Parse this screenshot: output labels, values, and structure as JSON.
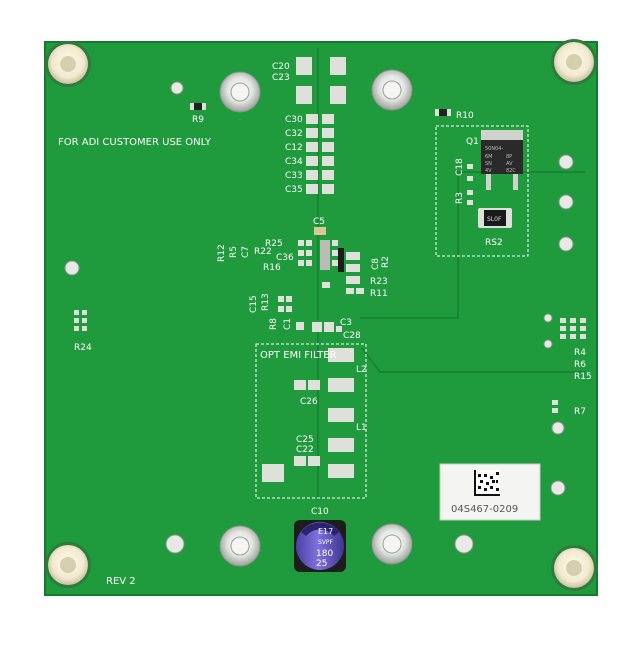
{
  "board": {
    "customer_note": "FOR ADI CUSTOMER USE ONLY",
    "filter_label": "OPT EMI FILTER",
    "revision": "REV 2",
    "barcode_id": "04S467-0209",
    "fet_marking": [
      "50N04-",
      "6M",
      "8P",
      "SN",
      "AV",
      "4V",
      "82C"
    ],
    "sense_marking": "SL0F",
    "cap_marking": [
      "E17",
      "SVPF",
      "180",
      "25"
    ],
    "colors": {
      "solder_mask": "#1f9a3c",
      "silkscreen": "#ffffff",
      "pad": "#d9ddd6",
      "cap_body": "#6b5cc8"
    }
  },
  "refdes": {
    "c20": "C20",
    "c23": "C23",
    "r9": "R9",
    "r10": "R10",
    "c30": "C30",
    "c32": "C32",
    "c12": "C12",
    "c34": "C34",
    "c33": "C33",
    "c35": "C35",
    "q1": "Q1",
    "c18": "C18",
    "r3": "R3",
    "rs2": "RS2",
    "c5": "C5",
    "r25": "R25",
    "r22": "R22",
    "c36": "C36",
    "r16": "R16",
    "r12": "R12",
    "r5": "R5",
    "c7": "C7",
    "c8": "C8",
    "r2": "R2",
    "r23": "R23",
    "r11": "R11",
    "c15": "C15",
    "r13": "R13",
    "r8": "R8",
    "c1": "C1",
    "c3": "C3",
    "c28": "C28",
    "r24": "R24",
    "r4": "R4",
    "r6": "R6",
    "r15": "R15",
    "r7": "R7",
    "l2": "L2",
    "l1": "L1",
    "c26": "C26",
    "c25": "C25",
    "c22": "C22",
    "c10": "C10"
  }
}
